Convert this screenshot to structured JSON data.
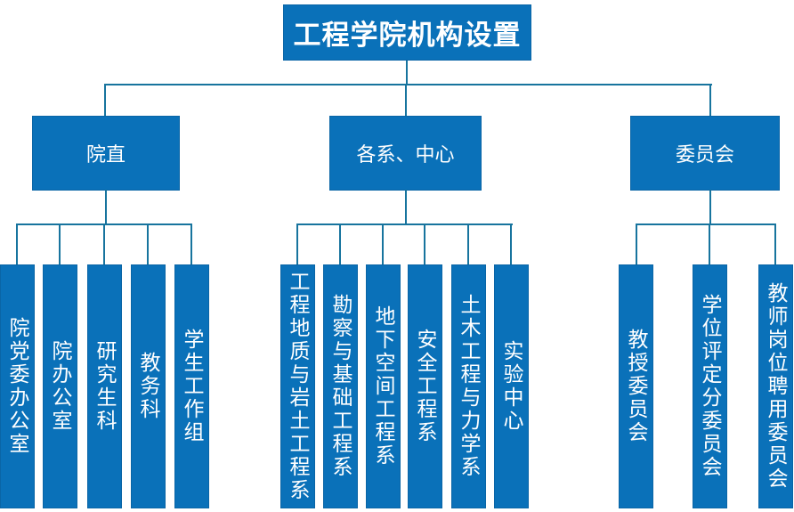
{
  "org": {
    "title": "工程学院机构设置",
    "branches": [
      {
        "label": "院直",
        "children": [
          "院党委办公室",
          "院办公室",
          "研究生科",
          "教务科",
          "学生工作组"
        ]
      },
      {
        "label": "各系、中心",
        "children": [
          "工程地质与岩土工程系",
          "勘察与基础工程系",
          "地下空间工程系",
          "安全工程系",
          "土木工程与力学系",
          "实验中心"
        ]
      },
      {
        "label": "委员会",
        "children": [
          "教授委员会",
          "学位评定分委员会",
          "教师岗位聘用委员会"
        ]
      }
    ],
    "colors": {
      "node_fill": "#0A71B9",
      "node_border": "#0A65A6",
      "connector": "#17749E",
      "node_text": "#FFFFFF",
      "background": "#FFFFFF"
    }
  }
}
